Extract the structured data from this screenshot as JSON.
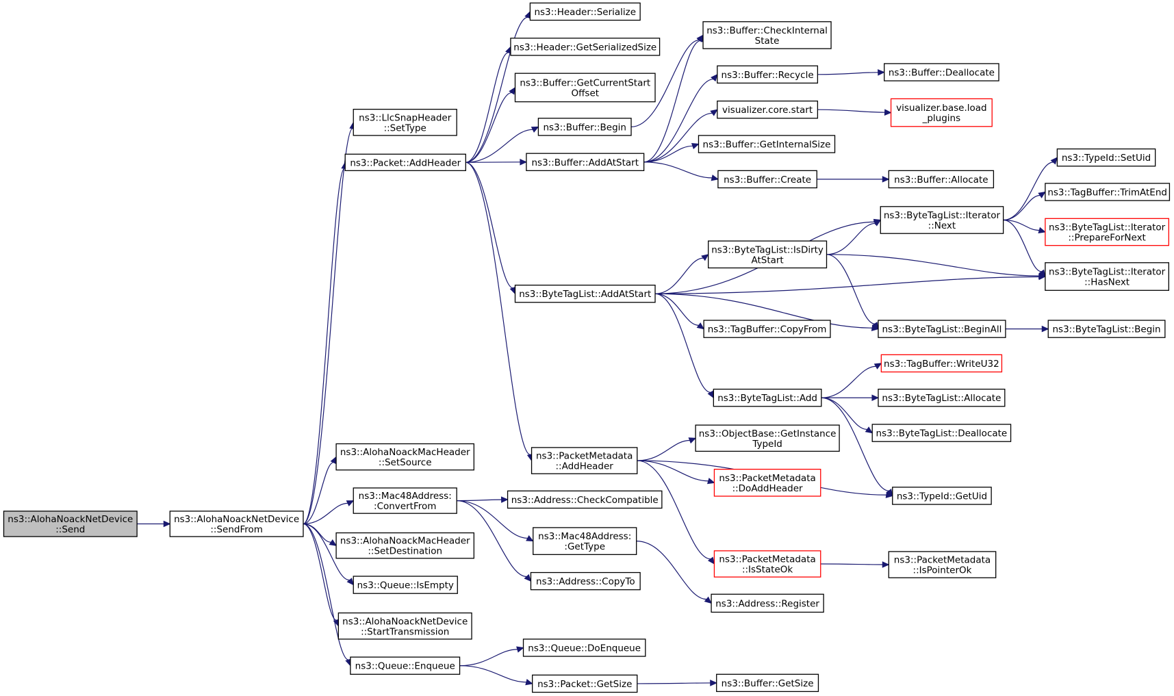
{
  "nodes": [
    {
      "id": "send",
      "label": [
        "ns3::AlohaNoackNetDevice",
        "::Send"
      ],
      "root": true
    },
    {
      "id": "sendfrom",
      "label": [
        "ns3::AlohaNoackNetDevice",
        "::SendFrom"
      ]
    },
    {
      "id": "llcsettype",
      "label": [
        "ns3::LlcSnapHeader",
        "::SetType"
      ]
    },
    {
      "id": "addheader",
      "label": [
        "ns3::Packet::AddHeader"
      ]
    },
    {
      "id": "setsource",
      "label": [
        "ns3::AlohaNoackMacHeader",
        "::SetSource"
      ]
    },
    {
      "id": "convertfrom",
      "label": [
        "ns3::Mac48Address:",
        ":ConvertFrom"
      ]
    },
    {
      "id": "setdest",
      "label": [
        "ns3::AlohaNoackMacHeader",
        "::SetDestination"
      ]
    },
    {
      "id": "isempty",
      "label": [
        "ns3::Queue::IsEmpty"
      ]
    },
    {
      "id": "starttx",
      "label": [
        "ns3::AlohaNoackNetDevice",
        "::StartTransmission"
      ]
    },
    {
      "id": "enqueue",
      "label": [
        "ns3::Queue::Enqueue"
      ]
    },
    {
      "id": "hdrser",
      "label": [
        "ns3::Header::Serialize"
      ]
    },
    {
      "id": "hdrsize",
      "label": [
        "ns3::Header::GetSerializedSize"
      ]
    },
    {
      "id": "bufcurstart",
      "label": [
        "ns3::Buffer::GetCurrentStart",
        "Offset"
      ]
    },
    {
      "id": "bufbegin",
      "label": [
        "ns3::Buffer::Begin"
      ]
    },
    {
      "id": "bufaddatstart",
      "label": [
        "ns3::Buffer::AddAtStart"
      ]
    },
    {
      "id": "btladdatstart",
      "label": [
        "ns3::ByteTagList::AddAtStart"
      ]
    },
    {
      "id": "pmaddheader",
      "label": [
        "ns3::PacketMetadata",
        "::AddHeader"
      ]
    },
    {
      "id": "checkcompat",
      "label": [
        "ns3::Address::CheckCompatible"
      ]
    },
    {
      "id": "macgettype",
      "label": [
        "ns3::Mac48Address:",
        ":GetType"
      ]
    },
    {
      "id": "copyto",
      "label": [
        "ns3::Address::CopyTo"
      ]
    },
    {
      "id": "doenqueue",
      "label": [
        "ns3::Queue::DoEnqueue"
      ]
    },
    {
      "id": "pktgetsize",
      "label": [
        "ns3::Packet::GetSize"
      ]
    },
    {
      "id": "checkinternal",
      "label": [
        "ns3::Buffer::CheckInternal",
        "State"
      ]
    },
    {
      "id": "recycle",
      "label": [
        "ns3::Buffer::Recycle"
      ]
    },
    {
      "id": "vizstart",
      "label": [
        "visualizer.core.start"
      ]
    },
    {
      "id": "getinternalsize",
      "label": [
        "ns3::Buffer::GetInternalSize"
      ]
    },
    {
      "id": "bufcreate",
      "label": [
        "ns3::Buffer::Create"
      ]
    },
    {
      "id": "isdirty",
      "label": [
        "ns3::ByteTagList::IsDirty",
        "AtStart"
      ]
    },
    {
      "id": "tbcopyfrom",
      "label": [
        "ns3::TagBuffer::CopyFrom"
      ]
    },
    {
      "id": "btladd",
      "label": [
        "ns3::ByteTagList::Add"
      ]
    },
    {
      "id": "getinstance",
      "label": [
        "ns3::ObjectBase::GetInstance",
        "TypeId"
      ]
    },
    {
      "id": "doaddheader",
      "label": [
        "ns3::PacketMetadata",
        "::DoAddHeader"
      ],
      "red": true
    },
    {
      "id": "isstateok",
      "label": [
        "ns3::PacketMetadata",
        "::IsStateOk"
      ],
      "red": true
    },
    {
      "id": "addrregister",
      "label": [
        "ns3::Address::Register"
      ]
    },
    {
      "id": "bufgetsize",
      "label": [
        "ns3::Buffer::GetSize"
      ]
    },
    {
      "id": "dealloc",
      "label": [
        "ns3::Buffer::Deallocate"
      ]
    },
    {
      "id": "loadplugins",
      "label": [
        "visualizer.base.load",
        "_plugins"
      ],
      "red": true
    },
    {
      "id": "bufalloc",
      "label": [
        "ns3::Buffer::Allocate"
      ]
    },
    {
      "id": "itnext",
      "label": [
        "ns3::ByteTagList::Iterator",
        "::Next"
      ]
    },
    {
      "id": "beginall",
      "label": [
        "ns3::ByteTagList::BeginAll"
      ]
    },
    {
      "id": "writeu32",
      "label": [
        "ns3::TagBuffer::WriteU32"
      ],
      "red": true
    },
    {
      "id": "btlalloc",
      "label": [
        "ns3::ByteTagList::Allocate"
      ]
    },
    {
      "id": "btldealloc",
      "label": [
        "ns3::ByteTagList::Deallocate"
      ]
    },
    {
      "id": "getuid",
      "label": [
        "ns3::TypeId::GetUid"
      ]
    },
    {
      "id": "ispointerok",
      "label": [
        "ns3::PacketMetadata",
        "::IsPointerOk"
      ]
    },
    {
      "id": "setuid",
      "label": [
        "ns3::TypeId::SetUid"
      ]
    },
    {
      "id": "trimatend",
      "label": [
        "ns3::TagBuffer::TrimAtEnd"
      ]
    },
    {
      "id": "preparefornext",
      "label": [
        "ns3::ByteTagList::Iterator",
        "::PrepareForNext"
      ],
      "red": true
    },
    {
      "id": "hasnext",
      "label": [
        "ns3::ByteTagList::Iterator",
        "::HasNext"
      ]
    },
    {
      "id": "btlbegin",
      "label": [
        "ns3::ByteTagList::Begin"
      ]
    }
  ],
  "edges": [
    [
      "send",
      "sendfrom"
    ],
    [
      "sendfrom",
      "llcsettype"
    ],
    [
      "sendfrom",
      "addheader"
    ],
    [
      "sendfrom",
      "setsource"
    ],
    [
      "sendfrom",
      "convertfrom"
    ],
    [
      "sendfrom",
      "setdest"
    ],
    [
      "sendfrom",
      "isempty"
    ],
    [
      "sendfrom",
      "starttx"
    ],
    [
      "sendfrom",
      "enqueue"
    ],
    [
      "addheader",
      "hdrser"
    ],
    [
      "addheader",
      "hdrsize"
    ],
    [
      "addheader",
      "bufcurstart"
    ],
    [
      "addheader",
      "bufbegin"
    ],
    [
      "addheader",
      "bufaddatstart"
    ],
    [
      "addheader",
      "btladdatstart"
    ],
    [
      "addheader",
      "pmaddheader"
    ],
    [
      "convertfrom",
      "checkcompat"
    ],
    [
      "convertfrom",
      "macgettype"
    ],
    [
      "convertfrom",
      "copyto"
    ],
    [
      "enqueue",
      "doenqueue"
    ],
    [
      "enqueue",
      "pktgetsize"
    ],
    [
      "bufbegin",
      "checkinternal"
    ],
    [
      "bufaddatstart",
      "checkinternal"
    ],
    [
      "bufaddatstart",
      "recycle"
    ],
    [
      "bufaddatstart",
      "vizstart"
    ],
    [
      "bufaddatstart",
      "getinternalsize"
    ],
    [
      "bufaddatstart",
      "bufcreate"
    ],
    [
      "recycle",
      "dealloc"
    ],
    [
      "vizstart",
      "loadplugins"
    ],
    [
      "bufcreate",
      "bufalloc"
    ],
    [
      "btladdatstart",
      "itnext"
    ],
    [
      "btladdatstart",
      "isdirty"
    ],
    [
      "btladdatstart",
      "hasnext"
    ],
    [
      "btladdatstart",
      "tbcopyfrom"
    ],
    [
      "btladdatstart",
      "beginall"
    ],
    [
      "btladdatstart",
      "btladd"
    ],
    [
      "isdirty",
      "itnext"
    ],
    [
      "isdirty",
      "hasnext"
    ],
    [
      "isdirty",
      "beginall"
    ],
    [
      "itnext",
      "setuid"
    ],
    [
      "itnext",
      "trimatend"
    ],
    [
      "itnext",
      "preparefornext"
    ],
    [
      "itnext",
      "hasnext"
    ],
    [
      "beginall",
      "btlbegin"
    ],
    [
      "btladd",
      "writeu32"
    ],
    [
      "btladd",
      "btlalloc"
    ],
    [
      "btladd",
      "btldealloc"
    ],
    [
      "btladd",
      "getuid"
    ],
    [
      "pmaddheader",
      "getinstance"
    ],
    [
      "pmaddheader",
      "doaddheader"
    ],
    [
      "pmaddheader",
      "getuid"
    ],
    [
      "pmaddheader",
      "isstateok"
    ],
    [
      "isstateok",
      "ispointerok"
    ],
    [
      "macgettype",
      "addrregister"
    ],
    [
      "pktgetsize",
      "bufgetsize"
    ]
  ]
}
